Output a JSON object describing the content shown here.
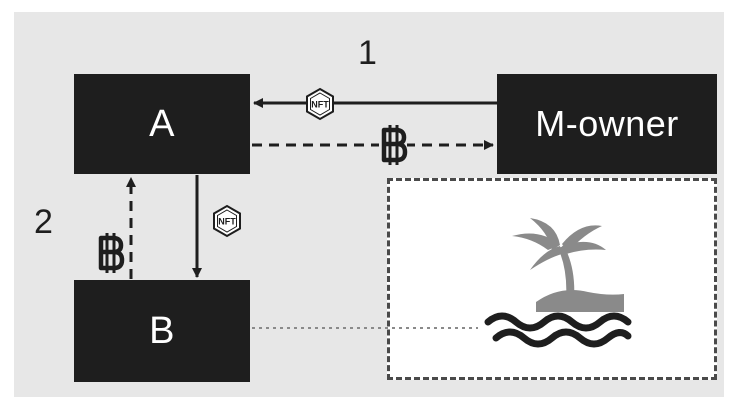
{
  "nodes": {
    "a": "A",
    "b": "B",
    "m_owner": "M-owner"
  },
  "steps": {
    "one": "1",
    "two": "2"
  },
  "tokens": {
    "nft": "NFT",
    "btc": "B"
  },
  "icons": {
    "nft": "nft-hexagon-icon",
    "btc": "bitcoin-icon",
    "asset": "island-icon"
  },
  "colors": {
    "background_panel": "#e7e7e7",
    "node_fill": "#1e1e1e",
    "node_text": "#ffffff",
    "arrow": "#1e1e1e",
    "asset_grey": "#8a8a8a"
  }
}
